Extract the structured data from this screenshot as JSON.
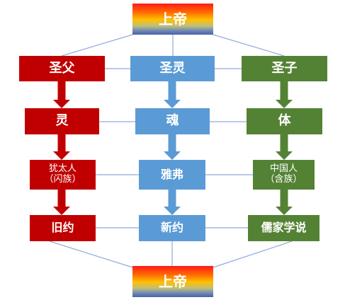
{
  "top": "上帝",
  "bottom": "上帝",
  "columns": {
    "left": {
      "color": "#c00000",
      "items": [
        "圣父",
        "灵",
        "犹太人\n（闪族）",
        "旧约"
      ]
    },
    "middle": {
      "color": "#5b9bd5",
      "items": [
        "圣灵",
        "魂",
        "雅弗",
        "新约"
      ]
    },
    "right": {
      "color": "#548235",
      "items": [
        "圣子",
        "体",
        "中国人\n（含族）",
        "儒家学说"
      ]
    }
  },
  "connector_color": "#8faadc"
}
